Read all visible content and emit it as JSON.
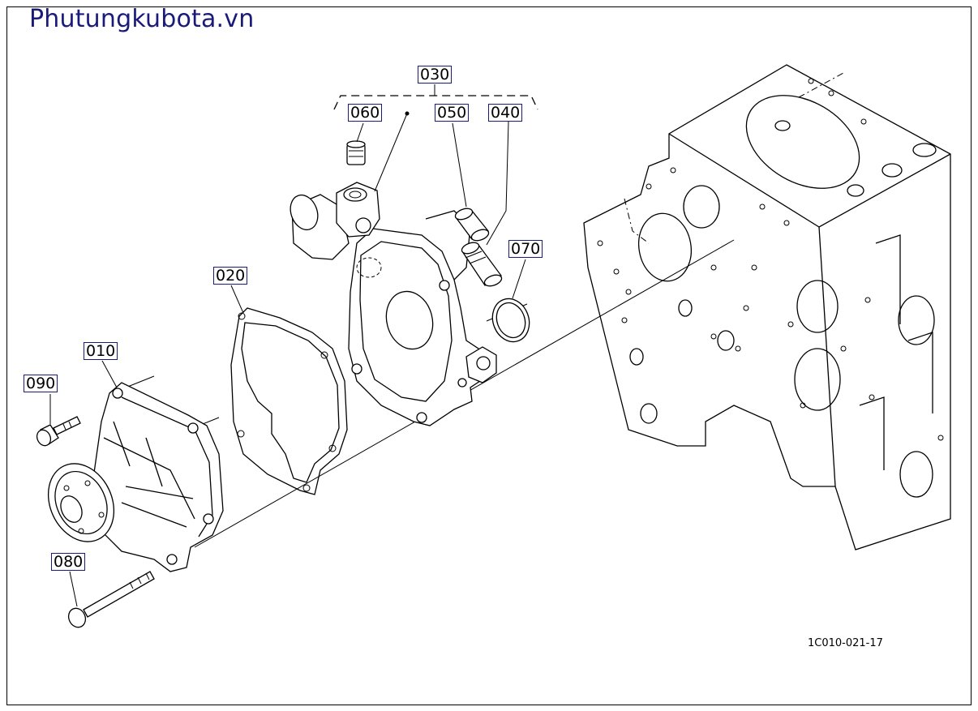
{
  "brand": {
    "text": "Phutungkubota.vn"
  },
  "callouts": {
    "c010": "010",
    "c020": "020",
    "c030": "030",
    "c040": "040",
    "c050": "050",
    "c060": "060",
    "c070": "070",
    "c080": "080",
    "c090": "090"
  },
  "diagram_code": "1C010-021-17",
  "colors": {
    "brand": "#1a1a7a",
    "ink": "#000000",
    "paper": "#ffffff"
  }
}
